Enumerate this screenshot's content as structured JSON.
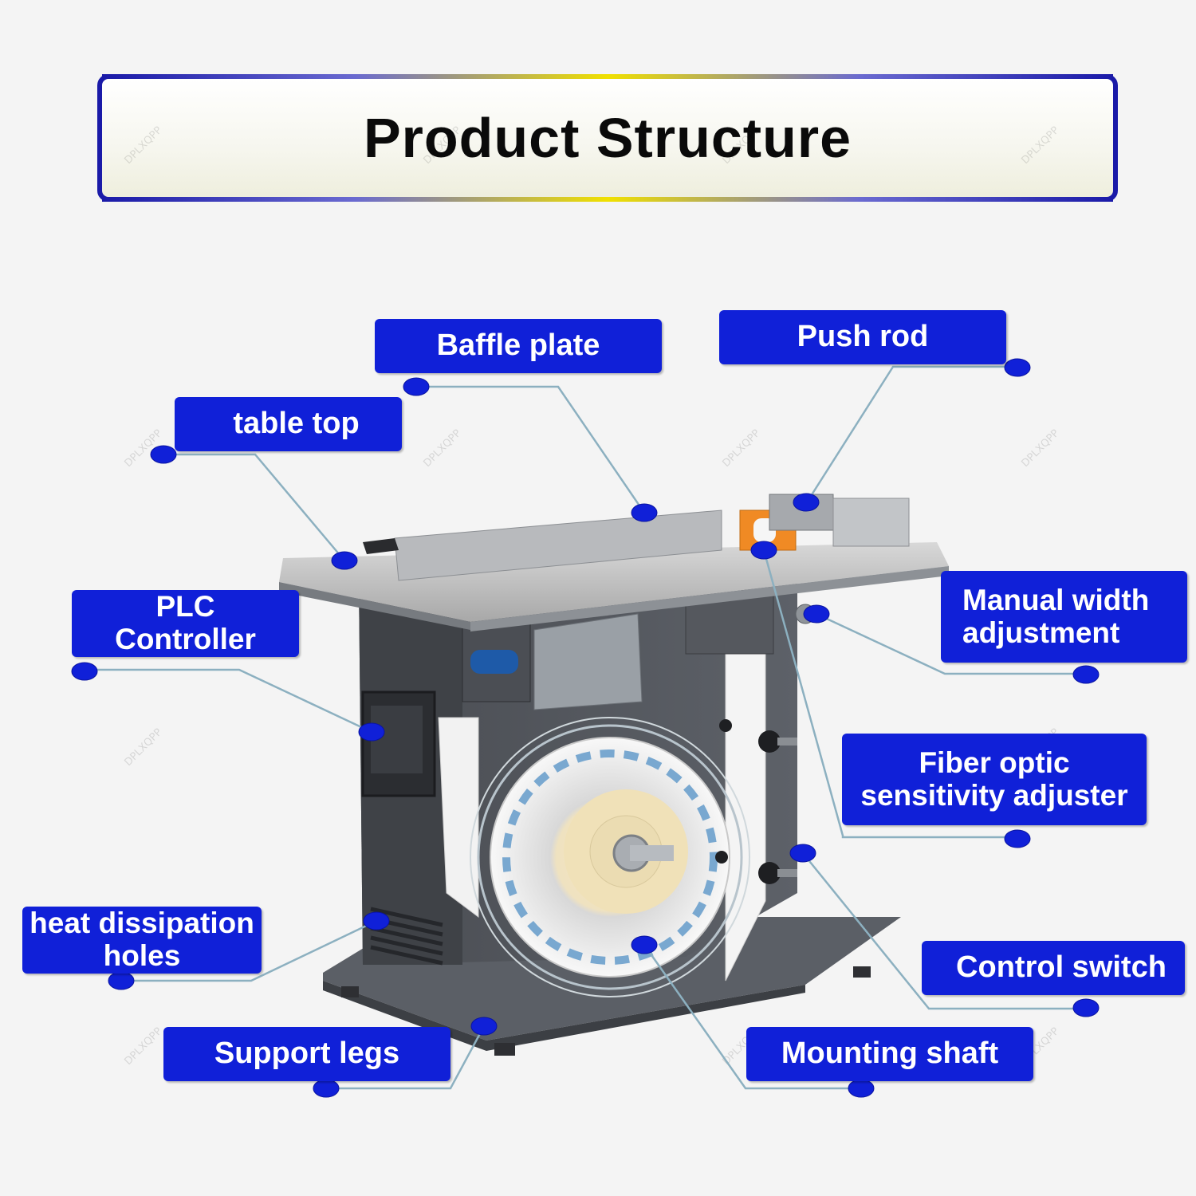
{
  "title": "Product Structure",
  "watermark_text": "DPLXQPP",
  "colors": {
    "label_bg": "#1020d8",
    "label_text": "#ffffff",
    "title_border": "#1a1aa8",
    "leader_line": "#8cb0c0",
    "dot": "#1020d8"
  },
  "labels": {
    "baffle_plate": "Baffle plate",
    "push_rod": "Push rod",
    "table_top": "table top",
    "plc_controller": "PLC\nController",
    "manual_width": "Manual width\nadjustment",
    "fiber_optic": "Fiber optic\nsensitivity adjuster",
    "heat_dissipation": "heat dissipation\nholes",
    "control_switch": "Control switch",
    "support_legs": "Support legs",
    "mounting_shaft": "Mounting shaft"
  }
}
